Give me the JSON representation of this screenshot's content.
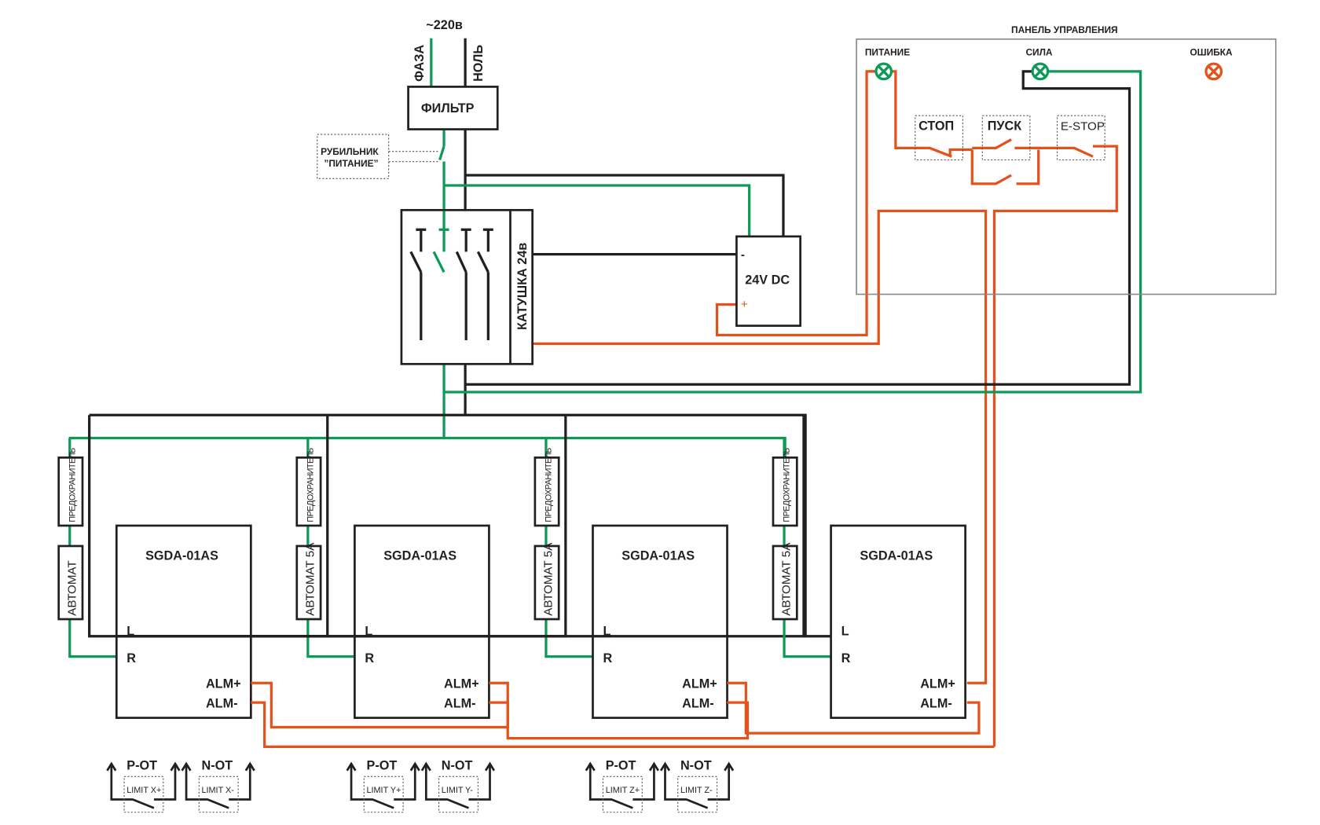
{
  "supply": {
    "voltage": "~220в",
    "phase": "ФАЗА",
    "neutral": "НОЛЬ"
  },
  "filter": {
    "label": "ФИЛЬТР"
  },
  "main_switch": {
    "line1": "РУБИЛЬНИК",
    "line2": "”ПИТАНИЕ”"
  },
  "contactor": {
    "coil_label": "КАТУШКА 24в"
  },
  "psu": {
    "label": "24V DC",
    "minus": "-",
    "plus": "+"
  },
  "control_panel": {
    "title": "ПАНЕЛЬ УПРАВЛЕНИЯ",
    "lamps": [
      {
        "label": "ПИТАНИЕ",
        "color": "#0d9a55"
      },
      {
        "label": "СИЛА",
        "color": "#0d9a55"
      },
      {
        "label": "ОШИБКА",
        "color": "#e4521b"
      }
    ],
    "buttons": [
      {
        "label": "СТОП"
      },
      {
        "label": "ПУСК"
      },
      {
        "label": "E-STOP"
      }
    ]
  },
  "drivers": [
    {
      "model": "SGDA-01AS",
      "fuse": "ПРЕДОХРАНИТЕЛЬ",
      "breaker": "АВТОМАТ",
      "L": "L",
      "R": "R",
      "alm_plus": "ALM+",
      "alm_minus": "ALM-"
    },
    {
      "model": "SGDA-01AS",
      "fuse": "ПРЕДОХРАНИТЕЛЬ",
      "breaker": "АВТОМАТ 5А",
      "L": "L",
      "R": "R",
      "alm_plus": "ALM+",
      "alm_minus": "ALM-"
    },
    {
      "model": "SGDA-01AS",
      "fuse": "ПРЕДОХРАНИТЕЛЬ",
      "breaker": "АВТОМАТ 5А",
      "L": "L",
      "R": "R",
      "alm_plus": "ALM+",
      "alm_minus": "ALM-"
    },
    {
      "model": "SGDA-01AS",
      "fuse": "ПРЕДОХРАНИТЕЛЬ",
      "breaker": "АВТОМАТ 5А",
      "L": "L",
      "R": "R",
      "alm_plus": "ALM+",
      "alm_minus": "ALM-"
    }
  ],
  "limits": [
    {
      "p_label": "P-OT",
      "n_label": "N-OT",
      "p_switch": "LIMIT X+",
      "n_switch": "LIMIT X-"
    },
    {
      "p_label": "P-OT",
      "n_label": "N-OT",
      "p_switch": "LIMIT Y+",
      "n_switch": "LIMIT Y-"
    },
    {
      "p_label": "P-OT",
      "n_label": "N-OT",
      "p_switch": "LIMIT Z+",
      "n_switch": "LIMIT Z-"
    }
  ],
  "colors": {
    "phase": "#0d9a55",
    "neutral": "#231f20",
    "control": "#e4521b"
  }
}
